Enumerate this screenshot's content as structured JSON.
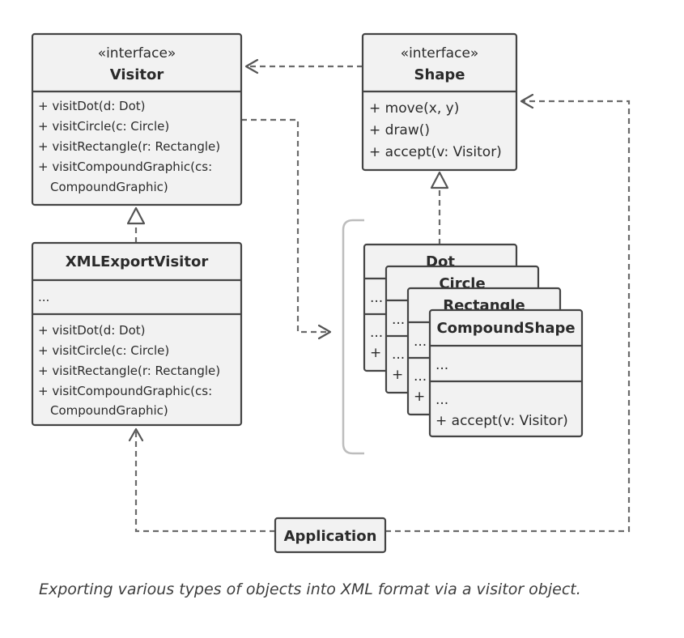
{
  "visitor": {
    "stereotype": "«interface»",
    "name": "Visitor",
    "methods": [
      "+ visitDot(d: Dot)",
      "+ visitCircle(c: Circle)",
      "+ visitRectangle(r: Rectangle)",
      "+ visitCompoundGraphic(cs:",
      "CompoundGraphic)"
    ]
  },
  "xml_export_visitor": {
    "name": "XMLExportVisitor",
    "fields": "...",
    "methods": [
      "+ visitDot(d: Dot)",
      "+ visitCircle(c: Circle)",
      "+ visitRectangle(r: Rectangle)",
      "+ visitCompoundGraphic(cs:",
      "CompoundGraphic)"
    ]
  },
  "shape": {
    "stereotype": "«interface»",
    "name": "Shape",
    "methods": [
      "+ move(x, y)",
      "+ draw()",
      "+ accept(v: Visitor)"
    ]
  },
  "stack": {
    "dot": {
      "name": "Dot",
      "fields": "...",
      "methods_1": "...",
      "methods_2": "+ a"
    },
    "circle": {
      "name": "Circle",
      "fields": "...",
      "methods_1": "...",
      "methods_2": "+ a"
    },
    "rectangle": {
      "name": "Rectangle",
      "fields": "...",
      "methods_1": "...",
      "methods_2": "+ a"
    },
    "compound_shape": {
      "name": "CompoundShape",
      "fields": "...",
      "methods_1": "...",
      "methods_2": "+ accept(v: Visitor)"
    }
  },
  "application": {
    "name": "Application"
  },
  "caption": "Exporting various types of objects into XML format via a visitor object.",
  "colors": {
    "box_fill": "#f2f2f2",
    "box_stroke": "#444444",
    "connector": "#6a6a6a",
    "bracket": "#bdbdbd",
    "text": "#2b2b2b"
  }
}
